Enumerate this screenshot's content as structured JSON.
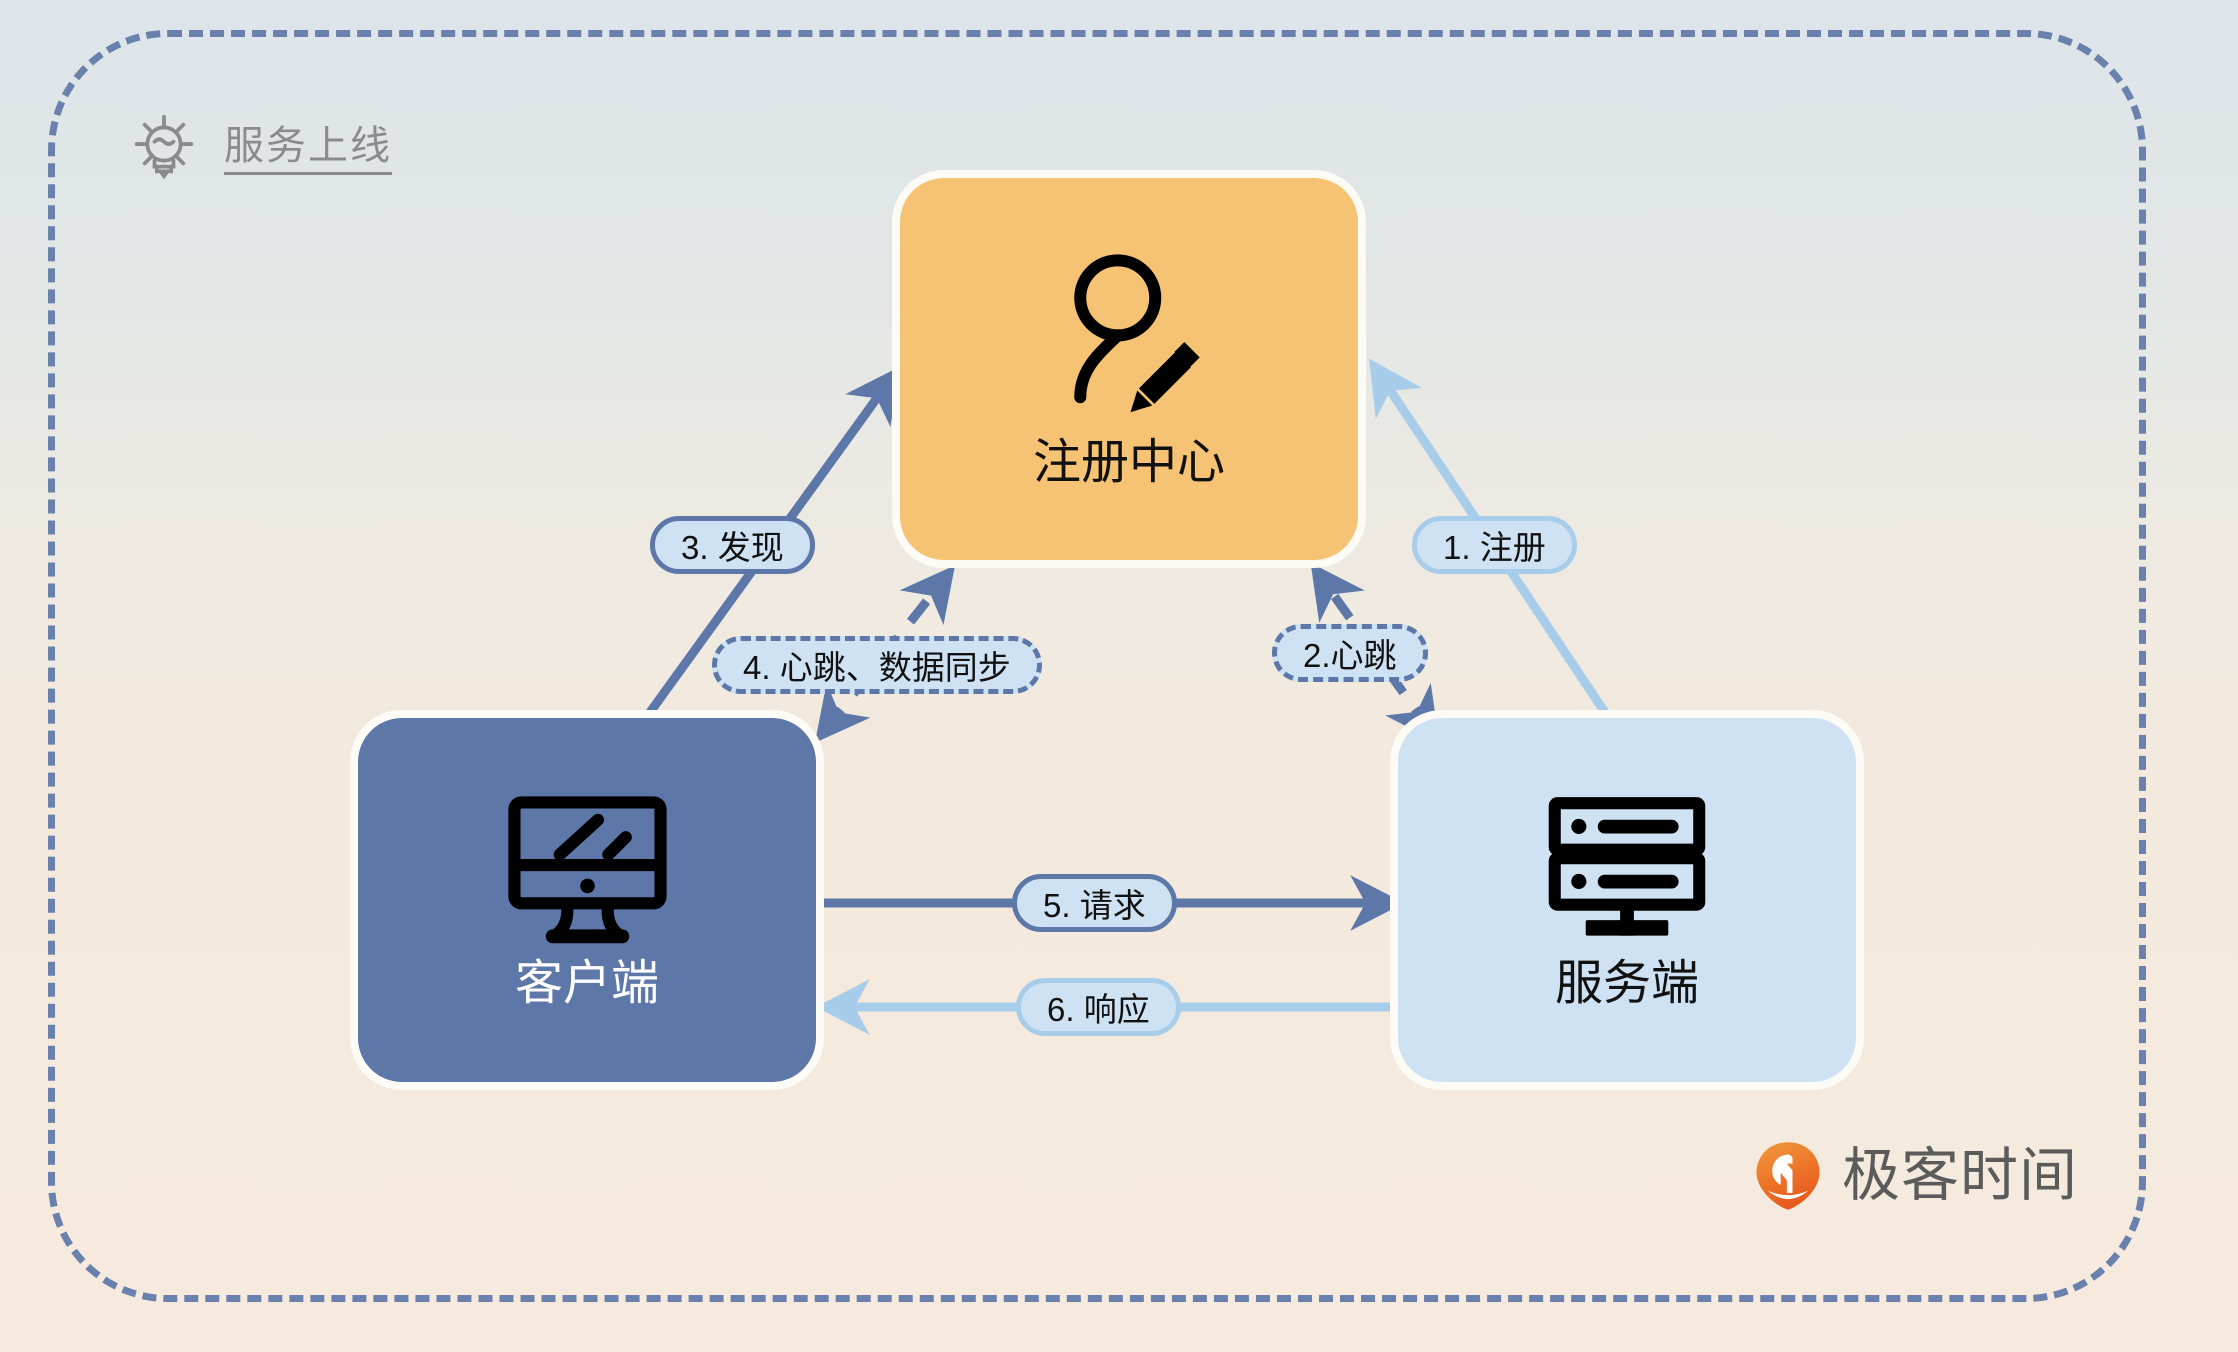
{
  "header": {
    "title": "服务上线",
    "icon": "lightbulb-icon"
  },
  "nodes": {
    "registry": {
      "label": "注册中心",
      "icon": "user-edit-icon",
      "color": "#f5c373"
    },
    "client": {
      "label": "客户端",
      "icon": "desktop-monitor-icon",
      "color": "#5c77a8"
    },
    "server": {
      "label": "服务端",
      "icon": "server-rack-icon",
      "color": "#cfe2f3"
    }
  },
  "edges": {
    "register": {
      "label": "1. 注册",
      "style": "solid",
      "color": "#a8cdea",
      "from": "server",
      "to": "registry"
    },
    "heartbeat_right": {
      "label": "2.心跳",
      "style": "dashed",
      "color": "#5c77a8",
      "from": "server",
      "to": "registry",
      "bidirectional": true
    },
    "discover": {
      "label": "3. 发现",
      "style": "solid",
      "color": "#5c77a8",
      "from": "client",
      "to": "registry"
    },
    "heartbeat_left": {
      "label": "4. 心跳、数据同步",
      "style": "dashed",
      "color": "#5c77a8",
      "from": "client",
      "to": "registry",
      "bidirectional": true
    },
    "request": {
      "label": "5. 请求",
      "style": "solid",
      "color": "#5c77a8",
      "from": "client",
      "to": "server"
    },
    "response": {
      "label": "6. 响应",
      "style": "solid",
      "color": "#a8cdea",
      "from": "server",
      "to": "client"
    }
  },
  "brand": {
    "name": "极客时间",
    "mark_color": "#ef7a22"
  },
  "theme": {
    "frame_color": "#6a81ae",
    "bg_top": "#dde5ea",
    "bg_bottom": "#f6eade",
    "dark_blue": "#5c77a8",
    "light_blue": "#a8cdea",
    "pill_fill": "#cfe2f3",
    "amber": "#f5c373",
    "header_gray": "#8b8b8b"
  }
}
